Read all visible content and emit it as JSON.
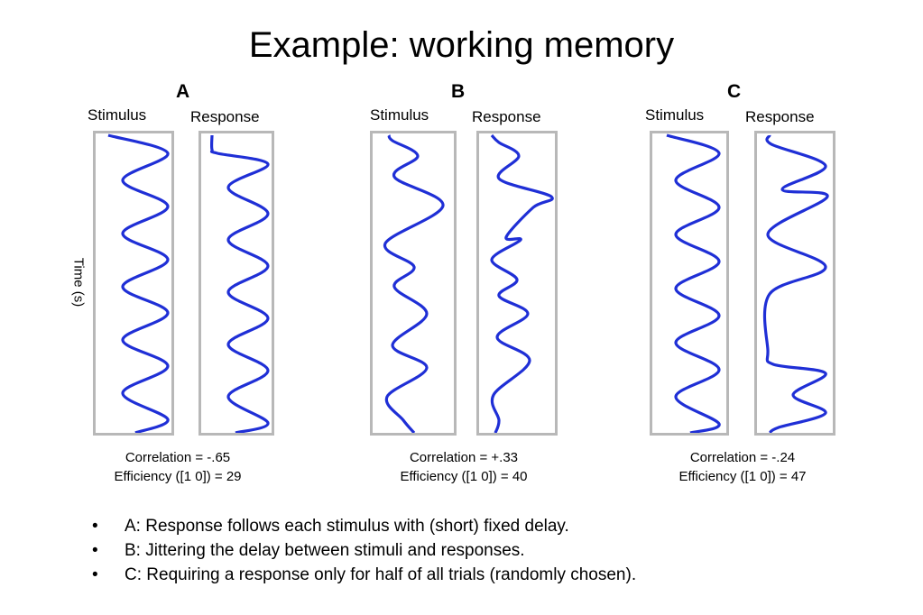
{
  "title": "Example: working memory",
  "y_axis_label": "Time (s)",
  "line_color": "#1f2fd6",
  "panels": [
    {
      "letter": "A",
      "stimulus_label": "Stimulus",
      "response_label": "Response",
      "correlation": "Correlation = -.65",
      "efficiency": "Efficiency ([1 0]) = 29"
    },
    {
      "letter": "B",
      "stimulus_label": "Stimulus",
      "response_label": "Response",
      "correlation": "Correlation = +.33",
      "efficiency": "Efficiency ([1 0]) = 40"
    },
    {
      "letter": "C",
      "stimulus_label": "Stimulus",
      "response_label": "Response",
      "correlation": "Correlation = -.24",
      "efficiency": "Efficiency ([1 0]) = 47"
    }
  ],
  "bullets": [
    "A: Response follows each stimulus with (short) fixed delay.",
    "B: Jittering the delay between stimuli and responses.",
    "C: Requiring a response only for half of all trials (randomly chosen)."
  ],
  "bullet_glyph": "•"
}
